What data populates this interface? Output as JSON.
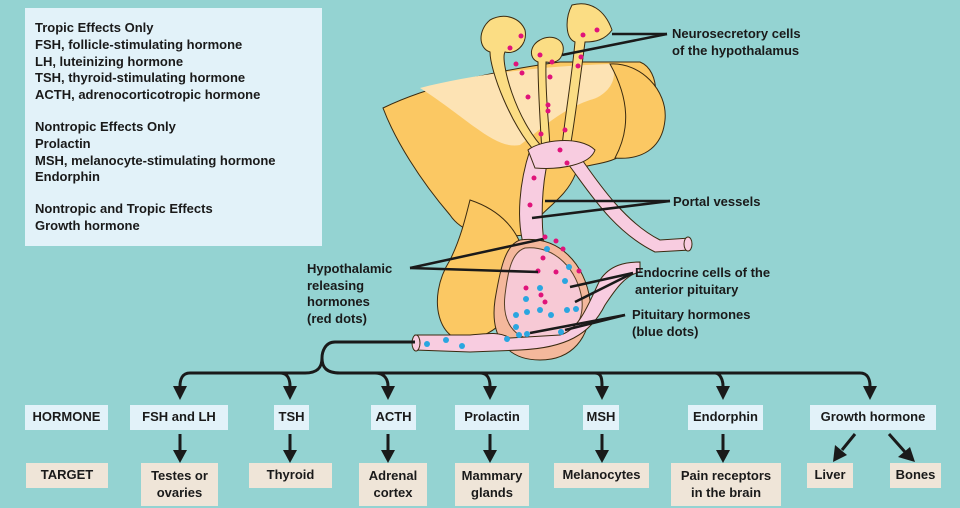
{
  "legend": {
    "groups": [
      {
        "title": "Tropic Effects Only",
        "items": [
          "FSH, follicle-stimulating hormone",
          "LH, luteinizing hormone",
          "TSH, thyroid-stimulating hormone",
          "ACTH, adrenocorticotropic hormone"
        ]
      },
      {
        "title": "Nontropic Effects Only",
        "items": [
          "Prolactin",
          "MSH, melanocyte-stimulating hormone",
          "Endorphin"
        ]
      },
      {
        "title": "Nontropic and Tropic Effects",
        "items": [
          "Growth hormone"
        ]
      }
    ]
  },
  "labels": {
    "neurosecretory": [
      "Neurosecretory cells",
      "of the hypothalamus"
    ],
    "portal": "Portal vessels",
    "releasing": [
      "Hypothalamic",
      "releasing",
      "hormones",
      "(red dots)"
    ],
    "endocrine": [
      "Endocrine cells of the",
      "anterior pituitary"
    ],
    "pituitary_hormones": [
      "Pituitary hormones",
      "(blue dots)"
    ]
  },
  "row_headers": {
    "hormone": "HORMONE",
    "target": "TARGET"
  },
  "hormones": [
    {
      "name": "FSH and LH",
      "targets": [
        [
          "Testes or",
          "ovaries"
        ]
      ]
    },
    {
      "name": "TSH",
      "targets": [
        [
          "Thyroid"
        ]
      ]
    },
    {
      "name": "ACTH",
      "targets": [
        [
          "Adrenal",
          "cortex"
        ]
      ]
    },
    {
      "name": "Prolactin",
      "targets": [
        [
          "Mammary",
          "glands"
        ]
      ]
    },
    {
      "name": "MSH",
      "targets": [
        [
          "Melanocytes"
        ]
      ]
    },
    {
      "name": "Endorphin",
      "targets": [
        [
          "Pain receptors",
          "in the brain"
        ]
      ]
    },
    {
      "name": "Growth hormone",
      "targets": [
        [
          "Liver"
        ],
        [
          "Bones"
        ]
      ]
    }
  ],
  "colors": {
    "background": "#94d3d2",
    "hormone_box": "#e2f2f9",
    "target_box": "#efe5d8",
    "hypothalamus": "#fbc863",
    "hypothalamus_light": "#fde3b4",
    "neuron": "#fbdd84",
    "vessel": "#f8cce0",
    "anterior_pituitary": "#f4b89c",
    "red_dot": "#e0137a",
    "blue_dot": "#2aa6e0"
  }
}
